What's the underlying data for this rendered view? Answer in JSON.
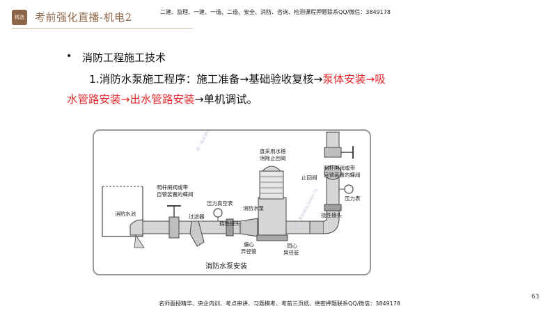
{
  "header": {
    "badge": "精选",
    "course_title": "考前强化直播-机电2",
    "contact": "二建、监理、一建、一造、二造、安全、消防、咨询、检测课程押题联系QQ/微信：3849178"
  },
  "slide": {
    "bullet": "•",
    "heading": "消防工程施工技术",
    "procedure": {
      "prefix": "1.消防水泵施工程序：施工准备→基础验收复核→",
      "red1": "泵体安装→吸",
      "red2": "水管路安装→出水管路安装",
      "suffix": "→单机调试。"
    }
  },
  "diagram": {
    "caption": "消防水泵安装",
    "labels": {
      "tank": "消防水池",
      "valve_left_1": "明杆闸阀或带",
      "valve_left_2": "自锁装置的蝶阀",
      "filter": "过滤器",
      "gauge_vac": "压力真空表",
      "flex_left": "挠性接头",
      "pump": "消防水泵",
      "hammer_1": "直采用水锤",
      "hammer_2": "消除止回阀",
      "check_valve": "止回阀",
      "valve_right_1": "明杆闸阀或带",
      "valve_right_2": "自锁装置的蝶阀",
      "gauge_press": "压力表",
      "flex_right": "挠性接头",
      "ecc_1": "偏心",
      "ecc_2": "异径管",
      "conc_1": "同心",
      "conc_2": "异径管"
    },
    "watermarks": [
      "唯一联系微信3849178",
      "唯一联系微信3849178"
    ]
  },
  "footer": {
    "text": "名师面授精华、央企内训、考点串讲、习题模考、考前三页纸、绝密押题联系QQ/微信：3849178",
    "page_number": "63"
  },
  "colors": {
    "accent_brown": "#8c6447",
    "highlight_red": "#e5262a",
    "pipe_gray": "#d6d6d6"
  }
}
